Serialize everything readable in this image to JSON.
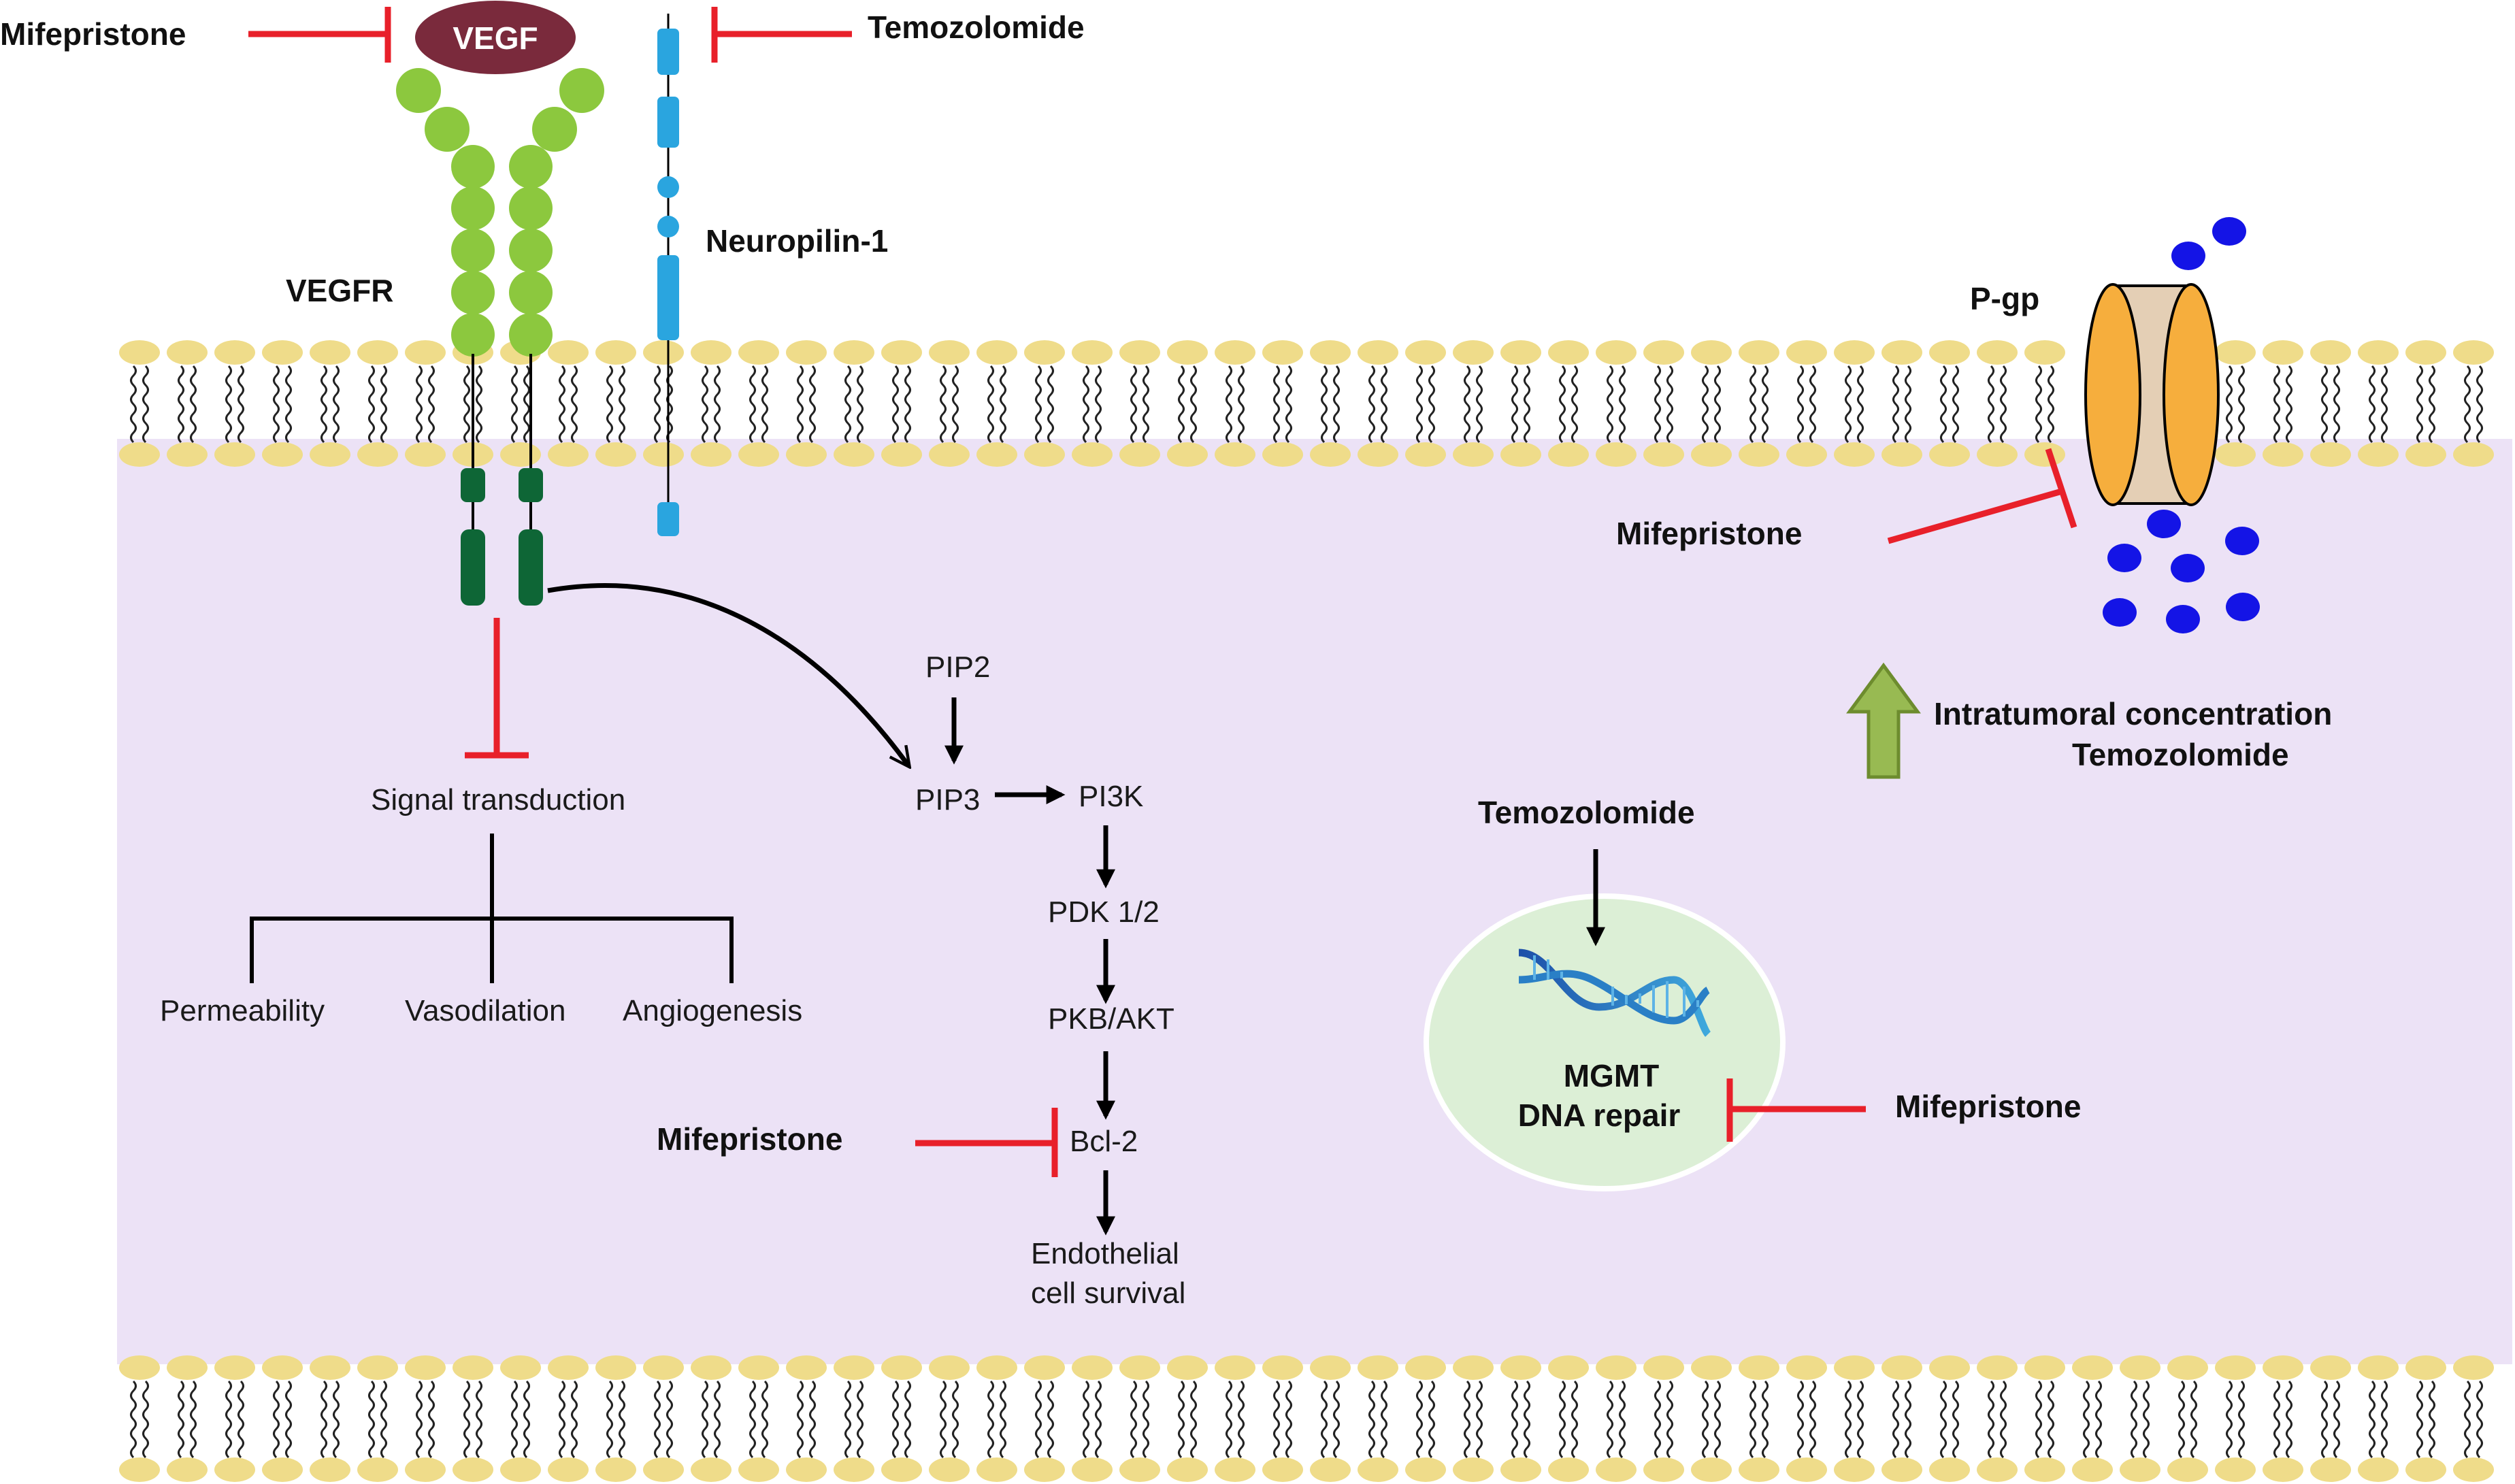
{
  "labels": {
    "mife_top": "Mifepristone",
    "vegf": "VEGF",
    "temo_top": "Temozolomide",
    "neuropilin": "Neuropilin-1",
    "vegfr": "VEGFR",
    "pgp": "P-gp",
    "mife_pgp": "Mifepristone",
    "signal": "Signal transduction",
    "permeability": "Permeability",
    "vasodilation": "Vasodilation",
    "angiogenesis": "Angiogenesis",
    "pip2": "PIP2",
    "pip3": "PIP3",
    "pi3k": "PI3K",
    "pdk": "PDK 1/2",
    "pkb": "PKB/AKT",
    "bcl2": "Bcl-2",
    "mife_bcl2": "Mifepristone",
    "survival_1": "Endothelial",
    "survival_2": "cell survival",
    "intratumoral_1": "Intratumoral concentration",
    "intratumoral_2": "Temozolomide",
    "temo_dna": "Temozolomide",
    "mgmt": "MGMT",
    "dna_repair": "DNA repair",
    "mife_mgmt": "Mifepristone"
  },
  "colors": {
    "cytoplasm": "#ece2f6",
    "lipid_head": "#efdc8a",
    "vegf": "#7a2a3c",
    "vegfr_ext": "#8cc83e",
    "vegfr_int": "#0e6636",
    "neuropilin": "#2aa5df",
    "pgp": "#f6ae3d",
    "pgp_core": "#e4cfb5",
    "drug_dots": "#1414e6",
    "inhibition": "#e8202a",
    "up_arrow": "#98ba52",
    "nucleus": "#dcefd6"
  },
  "icons": {
    "up_arrow": "up-arrow-icon",
    "dna": "dna-helix-icon"
  }
}
